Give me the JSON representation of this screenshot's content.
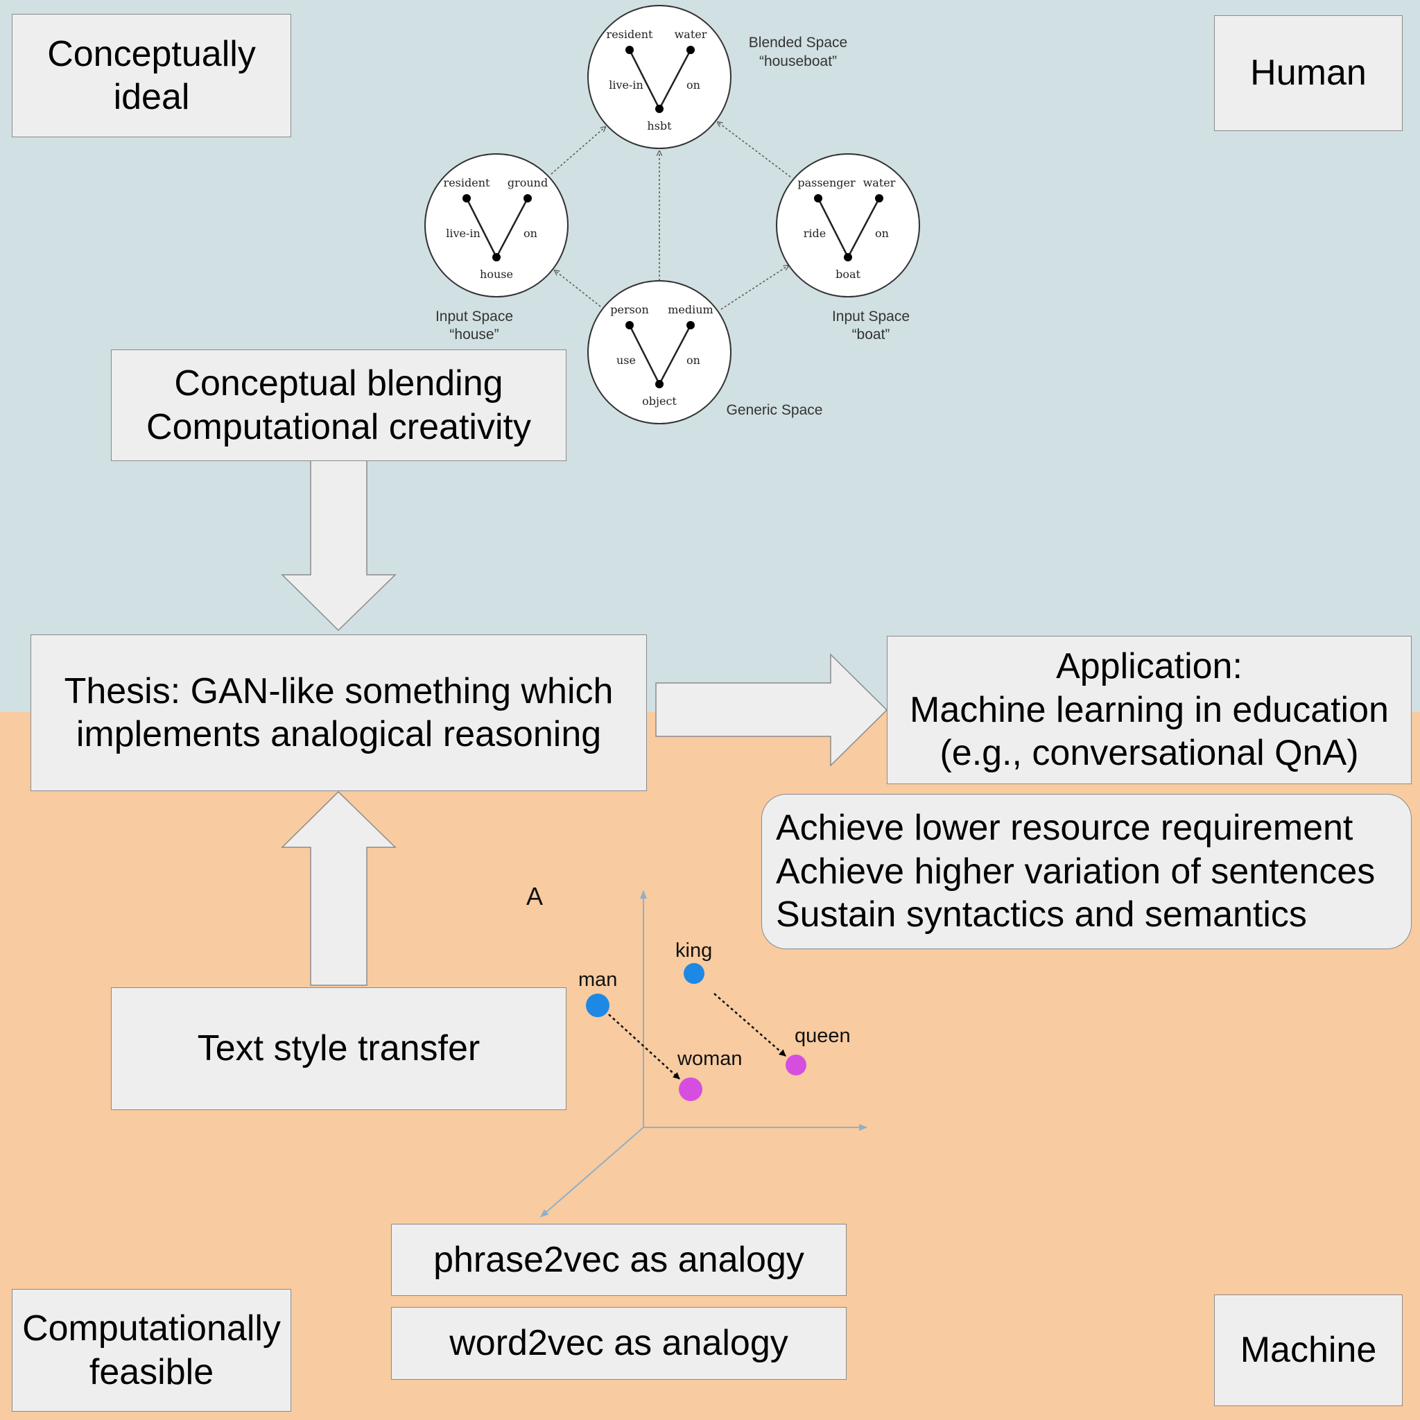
{
  "corners": {
    "top_left": [
      "Conceptually",
      "ideal"
    ],
    "top_right": "Human",
    "bottom_left": [
      "Computationally",
      "feasible"
    ],
    "bottom_right": "Machine"
  },
  "boxes": {
    "blending": [
      "Conceptual blending",
      "Computational creativity"
    ],
    "thesis": [
      "Thesis: GAN-like something which",
      "implements analogical reasoning"
    ],
    "application": [
      "Application:",
      "Machine learning in education",
      "(e.g., conversational QnA)"
    ],
    "goals": [
      "Achieve lower resource requirement",
      "Achieve higher variation of sentences",
      "Sustain syntactics and semantics"
    ],
    "style_transfer": "Text style transfer",
    "phrase2vec": "phrase2vec as analogy",
    "word2vec": "word2vec as analogy"
  },
  "blend_diagram": {
    "blended": {
      "caption": [
        "Blended Space",
        "“houseboat”"
      ],
      "left": "resident",
      "right": "water",
      "left_rel": "live-in",
      "right_rel": "on",
      "bottom": "hsbt"
    },
    "input_house": {
      "caption": [
        "Input Space",
        "“house”"
      ],
      "left": "resident",
      "right": "ground",
      "left_rel": "live-in",
      "right_rel": "on",
      "bottom": "house"
    },
    "input_boat": {
      "caption": [
        "Input Space",
        "“boat”"
      ],
      "left": "passenger",
      "right": "water",
      "left_rel": "ride",
      "right_rel": "on",
      "bottom": "boat"
    },
    "generic": {
      "caption": [
        "Generic Space"
      ],
      "left": "person",
      "right": "medium",
      "left_rel": "use",
      "right_rel": "on",
      "bottom": "object"
    }
  },
  "vector_plot": {
    "label_a": "A",
    "words": {
      "man": "man",
      "woman": "woman",
      "king": "king",
      "queen": "queen"
    },
    "colors": {
      "male": "#1e88e5",
      "female": "#d64ee0"
    }
  }
}
